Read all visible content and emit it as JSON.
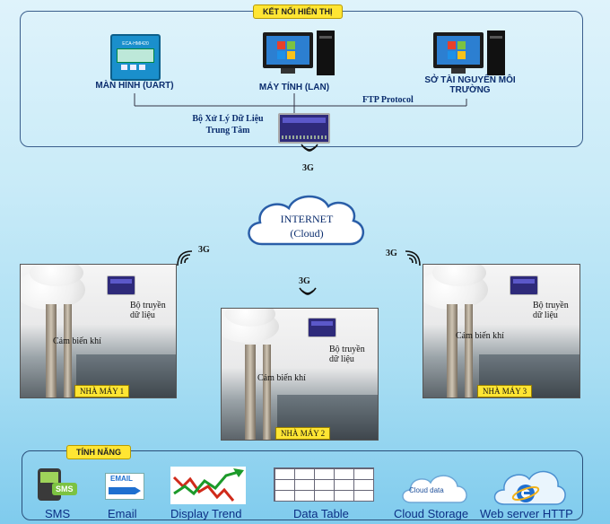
{
  "top_section": {
    "title": "KẾT NỐI HIỂN THỊ",
    "display_uart": "MÀN HÌNH (UART)",
    "display_model": "ECA-HMI420",
    "computer_lan": "MÁY TÍNH (LAN)",
    "ministry": "SỞ TÀI NGUYÊN MÔI TRƯỜNG",
    "ftp": "FTP Protocol",
    "processor": "Bộ Xử Lý Dữ Liệu Trung Tâm"
  },
  "network": {
    "g3_top": "3G",
    "cloud_title": "INTERNET",
    "cloud_sub": "(Cloud)",
    "g3_left": "3G",
    "g3_center": "3G",
    "g3_right": "3G"
  },
  "factories": [
    {
      "label": "NHÀ MÁY 1",
      "sensor": "Cảm biến khí",
      "transmitter": "Bộ truyền dữ liệu"
    },
    {
      "label": "NHÀ MÁY 2",
      "sensor": "Cảm biến khí",
      "transmitter": "Bộ truyền dữ liệu"
    },
    {
      "label": "NHÀ MÁY 3",
      "sensor": "Cảm biến khí",
      "transmitter": "Bộ truyền dữ liệu"
    }
  ],
  "features": {
    "title": "TÍNH NĂNG",
    "items": [
      "SMS",
      "Email",
      "Display Trend",
      "Data Table",
      "Cloud Storage",
      "Web server HTTP"
    ],
    "email_icon_text": "EMAIL",
    "sms_icon_text": "SMS",
    "cloud_icon_text": "Cloud data"
  }
}
